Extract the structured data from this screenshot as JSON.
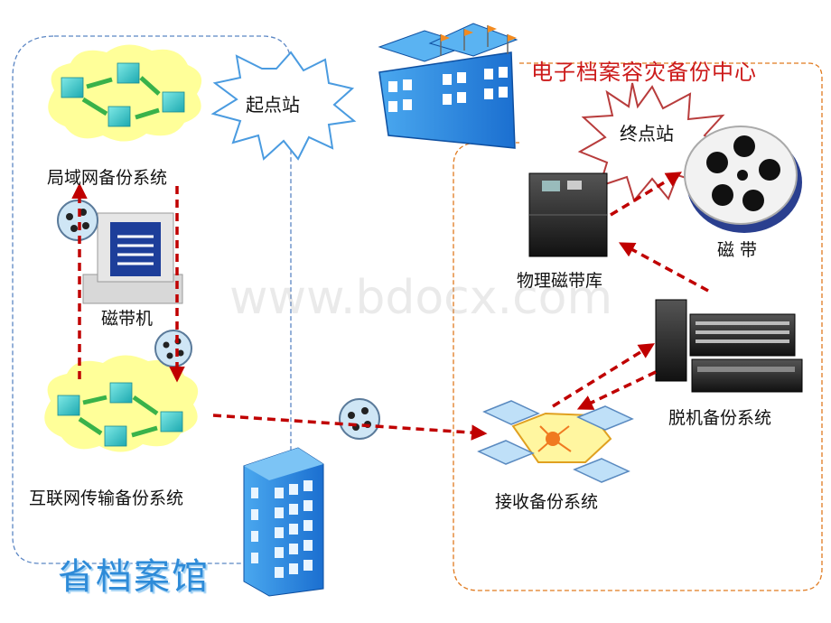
{
  "titles": {
    "center": "电子档案容灾备份中心",
    "province": "省档案馆"
  },
  "stars": {
    "start": "起点站",
    "end": "终点站"
  },
  "nodes": {
    "lan_backup": "局域网备份系统",
    "tape_drive": "磁带机",
    "internet_backup": "互联网传输备份系统",
    "physical_library": "物理磁带库",
    "tape": "磁    带",
    "offline_backup": "脱机备份系统",
    "receive_backup": "接收备份系统"
  },
  "watermark": "www.bdocx.com",
  "colors": {
    "arrow": "#c00000",
    "left_border": "#5b86c4",
    "right_border": "#e07a1f",
    "cloud": "#ffff99",
    "title_red": "#cc1a1a",
    "title_blue": "#2e8bd8"
  }
}
